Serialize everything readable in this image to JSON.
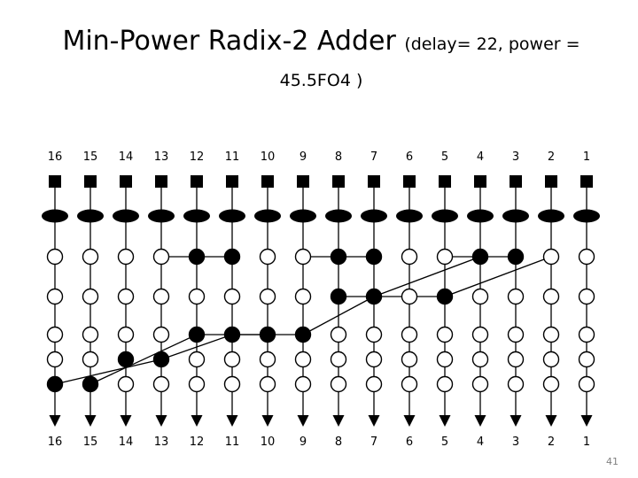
{
  "slide": {
    "title_main": "Min-Power Radix-2 Adder ",
    "title_sub": "(delay= 22, power = 45.5FO4 )",
    "page_number": "41"
  },
  "diagram": {
    "top_labels": [
      "16",
      "15",
      "14",
      "13",
      "12",
      "11",
      "10",
      "9",
      "8",
      "7",
      "6",
      "5",
      "4",
      "3",
      "2",
      "1"
    ],
    "bottom_labels": [
      "16",
      "15",
      "14",
      "13",
      "12",
      "11",
      "10",
      "9",
      "8",
      "7",
      "6",
      "5",
      "4",
      "3",
      "2",
      "1"
    ],
    "colors": {
      "node": "#000000",
      "line": "#000000",
      "background": "#ffffff"
    },
    "legend": {
      "square": "square-node",
      "ellipse": "ellipse-node",
      "filled_circle": "filled-circle-node",
      "open_circle": "open-circle-node",
      "arrow": "down-arrow"
    }
  },
  "chart_data": {
    "type": "diagram",
    "title": "Min-Power Radix-2 Adder (delay= 22, power = 45.5FO4 )",
    "columns": 16,
    "rows": 6,
    "column_labels": [
      "16",
      "15",
      "14",
      "13",
      "12",
      "11",
      "10",
      "9",
      "8",
      "7",
      "6",
      "5",
      "4",
      "3",
      "2",
      "1"
    ],
    "filled_nodes": [
      {
        "row": 1,
        "col": 12
      },
      {
        "row": 1,
        "col": 11
      },
      {
        "row": 1,
        "col": 8
      },
      {
        "row": 1,
        "col": 7
      },
      {
        "row": 1,
        "col": 4
      },
      {
        "row": 1,
        "col": 3
      },
      {
        "row": 2,
        "col": 8
      },
      {
        "row": 2,
        "col": 7
      },
      {
        "row": 2,
        "col": 5
      },
      {
        "row": 3,
        "col": 12
      },
      {
        "row": 3,
        "col": 11
      },
      {
        "row": 3,
        "col": 10
      },
      {
        "row": 3,
        "col": 9
      },
      {
        "row": 4,
        "col": 14
      },
      {
        "row": 4,
        "col": 13
      },
      {
        "row": 5,
        "col": 16
      },
      {
        "row": 5,
        "col": 15
      }
    ]
  }
}
